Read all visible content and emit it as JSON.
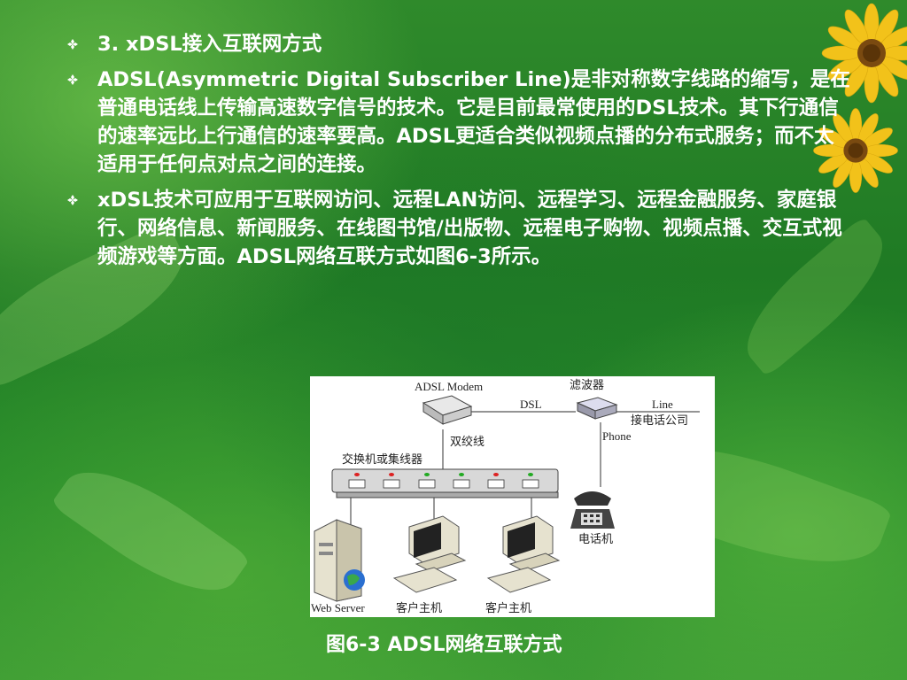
{
  "colors": {
    "background_green": "#268a2a",
    "text": "#ffffff",
    "bullet_icon": "#ffffff",
    "petal": "#f2c21a",
    "flower_center": "#7a4a10"
  },
  "bullets": [
    {
      "icon": "diamond-bullet-icon",
      "text": "3. xDSL接入互联网方式"
    },
    {
      "icon": "diamond-bullet-icon",
      "text": "ADSL(Asymmetric Digital Subscriber Line)是非对称数字线路的缩写，是在普通电话线上传输高速数字信号的技术。它是目前最常使用的DSL技术。其下行通信的速率远比上行通信的速率要高。ADSL更适合类似视频点播的分布式服务；而不太适用于任何点对点之间的连接。"
    },
    {
      "icon": "diamond-bullet-icon",
      "text": "xDSL技术可应用于互联网访问、远程LAN访问、远程学习、远程金融服务、家庭银行、网络信息、新闻服务、在线图书馆/出版物、远程电子购物、视频点播、交互式视频游戏等方面。ADSL网络互联方式如图6-3所示。"
    }
  ],
  "figure": {
    "adsl_modem": "ADSL Modem",
    "filter": "滤波器",
    "dsl": "DSL",
    "line": "Line",
    "to_phone_company": "接电话公司",
    "phone": "Phone",
    "twisted_pair": "双绞线",
    "switch": "交换机或集线器",
    "telephone": "电话机",
    "web_server": "Web Server",
    "client1": "客户主机",
    "client2": "客户主机"
  },
  "caption": "图6-3  ADSL网络互联方式"
}
